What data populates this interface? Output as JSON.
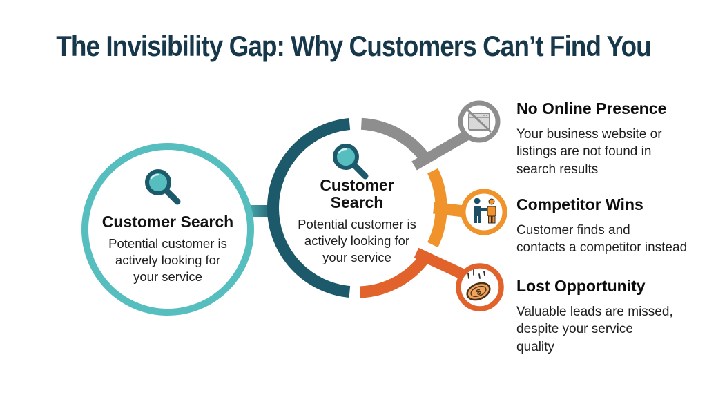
{
  "title": "The Invisibility Gap: Why Customers Can’t Find You",
  "colors": {
    "teal_light": "#57BEBF",
    "teal_dark": "#1C5A6B",
    "gray": "#8E8E8E",
    "orange": "#F0932B",
    "orange_dark": "#E2622B",
    "title_color": "#16384A"
  },
  "search_left": {
    "title": "Customer Search",
    "description": "Potential customer is\nactively looking for\nyour service"
  },
  "search_center": {
    "title": "Customer\nSearch",
    "description": "Potential customer is\nactively looking for\nyour service"
  },
  "branches": [
    {
      "title": "No Online Presence",
      "description": "Your business website or\nlistings are not found in\nsearch results",
      "icon": "browser-no-presence-icon",
      "color": "#8E8E8E"
    },
    {
      "title": "Competitor Wins",
      "description": "Customer finds and\ncontacts a competitor instead",
      "icon": "competitor-people-icon",
      "color": "#F0932B"
    },
    {
      "title": "Lost Opportunity",
      "description": "Valuable leads are missed,\ndespite your service\nquality",
      "icon": "lost-coin-icon",
      "color": "#E2622B"
    }
  ]
}
